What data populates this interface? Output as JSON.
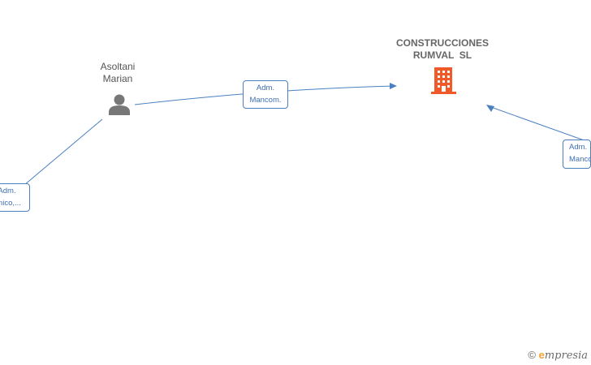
{
  "nodes": {
    "person": {
      "name_line1": "Asoltani",
      "name_line2": "Marian",
      "icon": "person-icon"
    },
    "company": {
      "name_line1": "CONSTRUCCIONES",
      "name_line2": "RUMVAL  SL",
      "icon": "building-icon",
      "color": "#f05a28"
    }
  },
  "edges": {
    "person_to_company": {
      "line1": "Adm.",
      "line2": "Mancom."
    },
    "left_offscreen": {
      "line1": "Adm.",
      "line2": "Unico,..."
    },
    "right_offscreen": {
      "line1": "Adm.",
      "line2": "Mancom."
    }
  },
  "colors": {
    "edge": "#4a7fc1",
    "label_text": "#3d6fb4",
    "person_icon": "#777777"
  },
  "footer": {
    "copyright_symbol": "©",
    "brand_initial": "e",
    "brand_rest": "mpresia"
  }
}
